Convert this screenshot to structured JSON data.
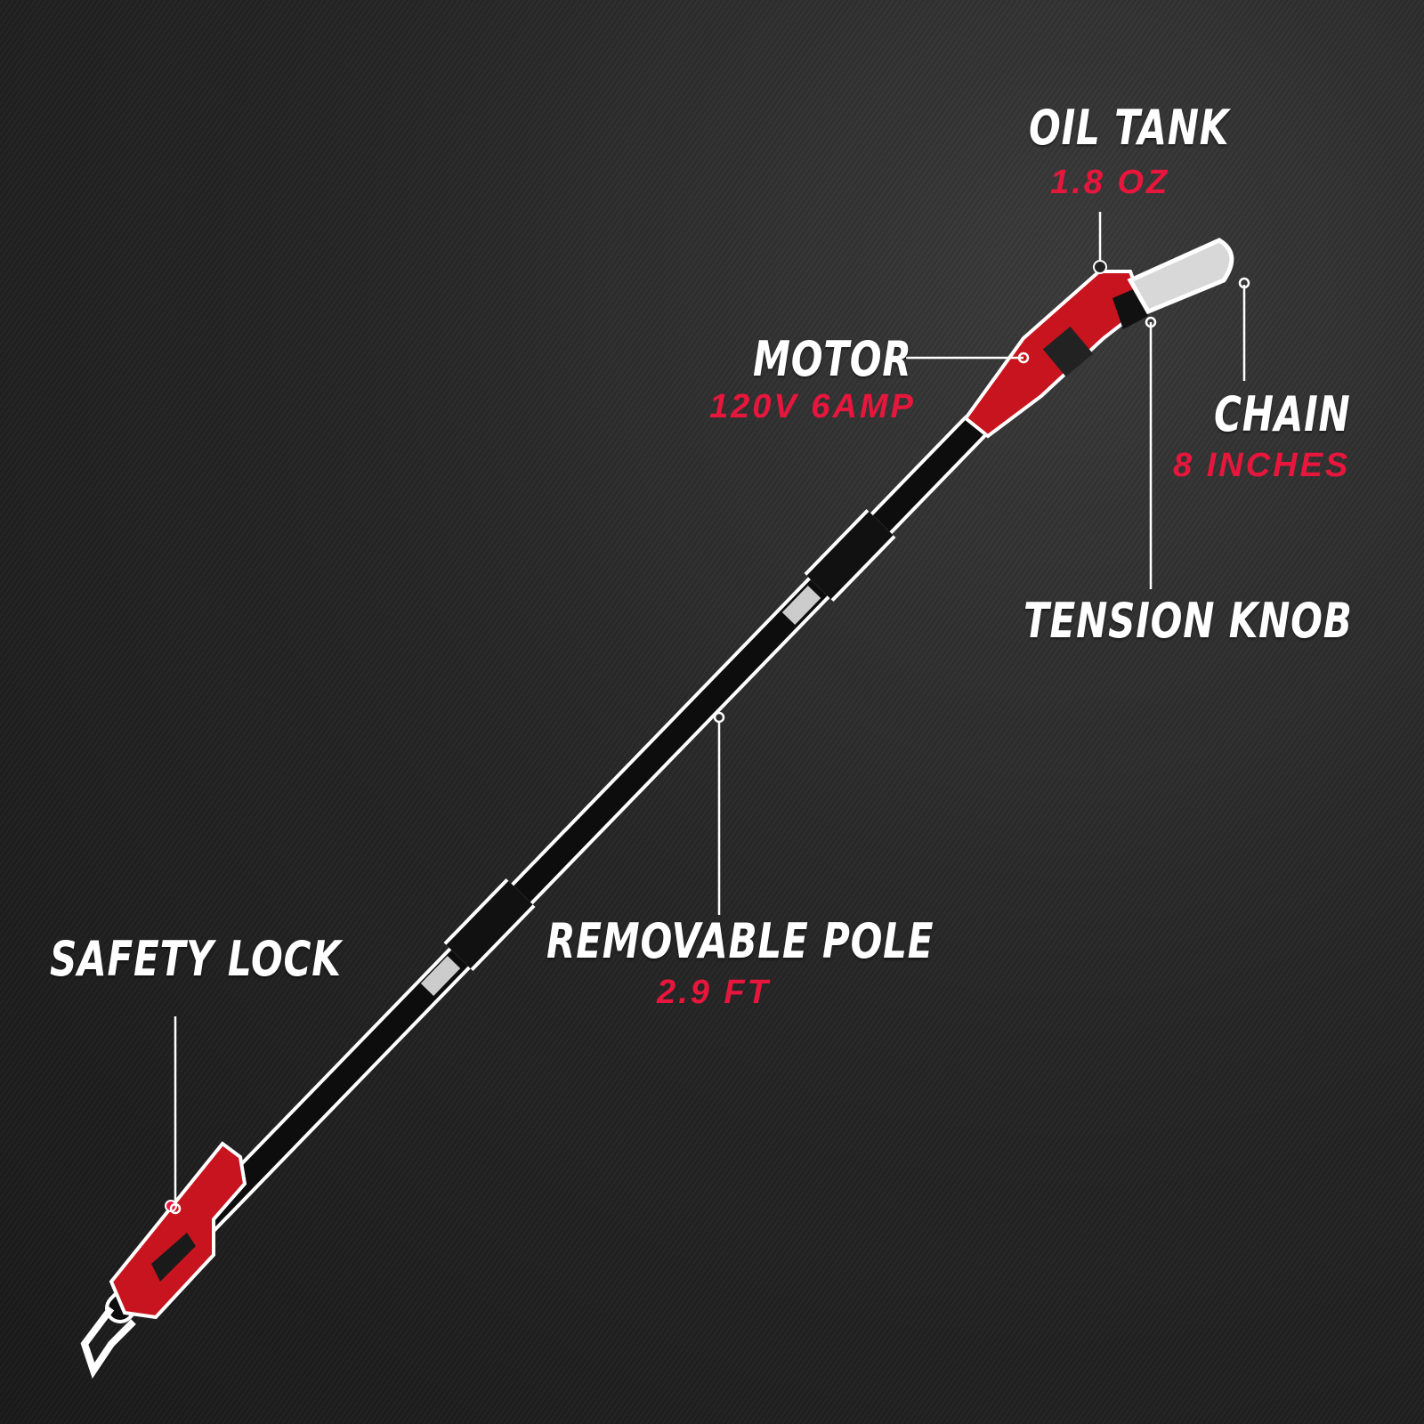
{
  "labels": {
    "oil_tank": {
      "title": "OIL TANK",
      "value": "1.8 OZ"
    },
    "motor": {
      "title": "MOTOR",
      "value": "120V 6AMP"
    },
    "chain": {
      "title": "CHAIN",
      "value": "8 INCHES"
    },
    "tension_knob": {
      "title": "TENSION KNOB"
    },
    "removable_pole": {
      "title": "REMOVABLE POLE",
      "value": "2.9 FT"
    },
    "safety_lock": {
      "title": "SAFETY LOCK"
    }
  },
  "colors": {
    "accent": "#e8163c",
    "body_red": "#c8141e",
    "background": "#262626"
  }
}
